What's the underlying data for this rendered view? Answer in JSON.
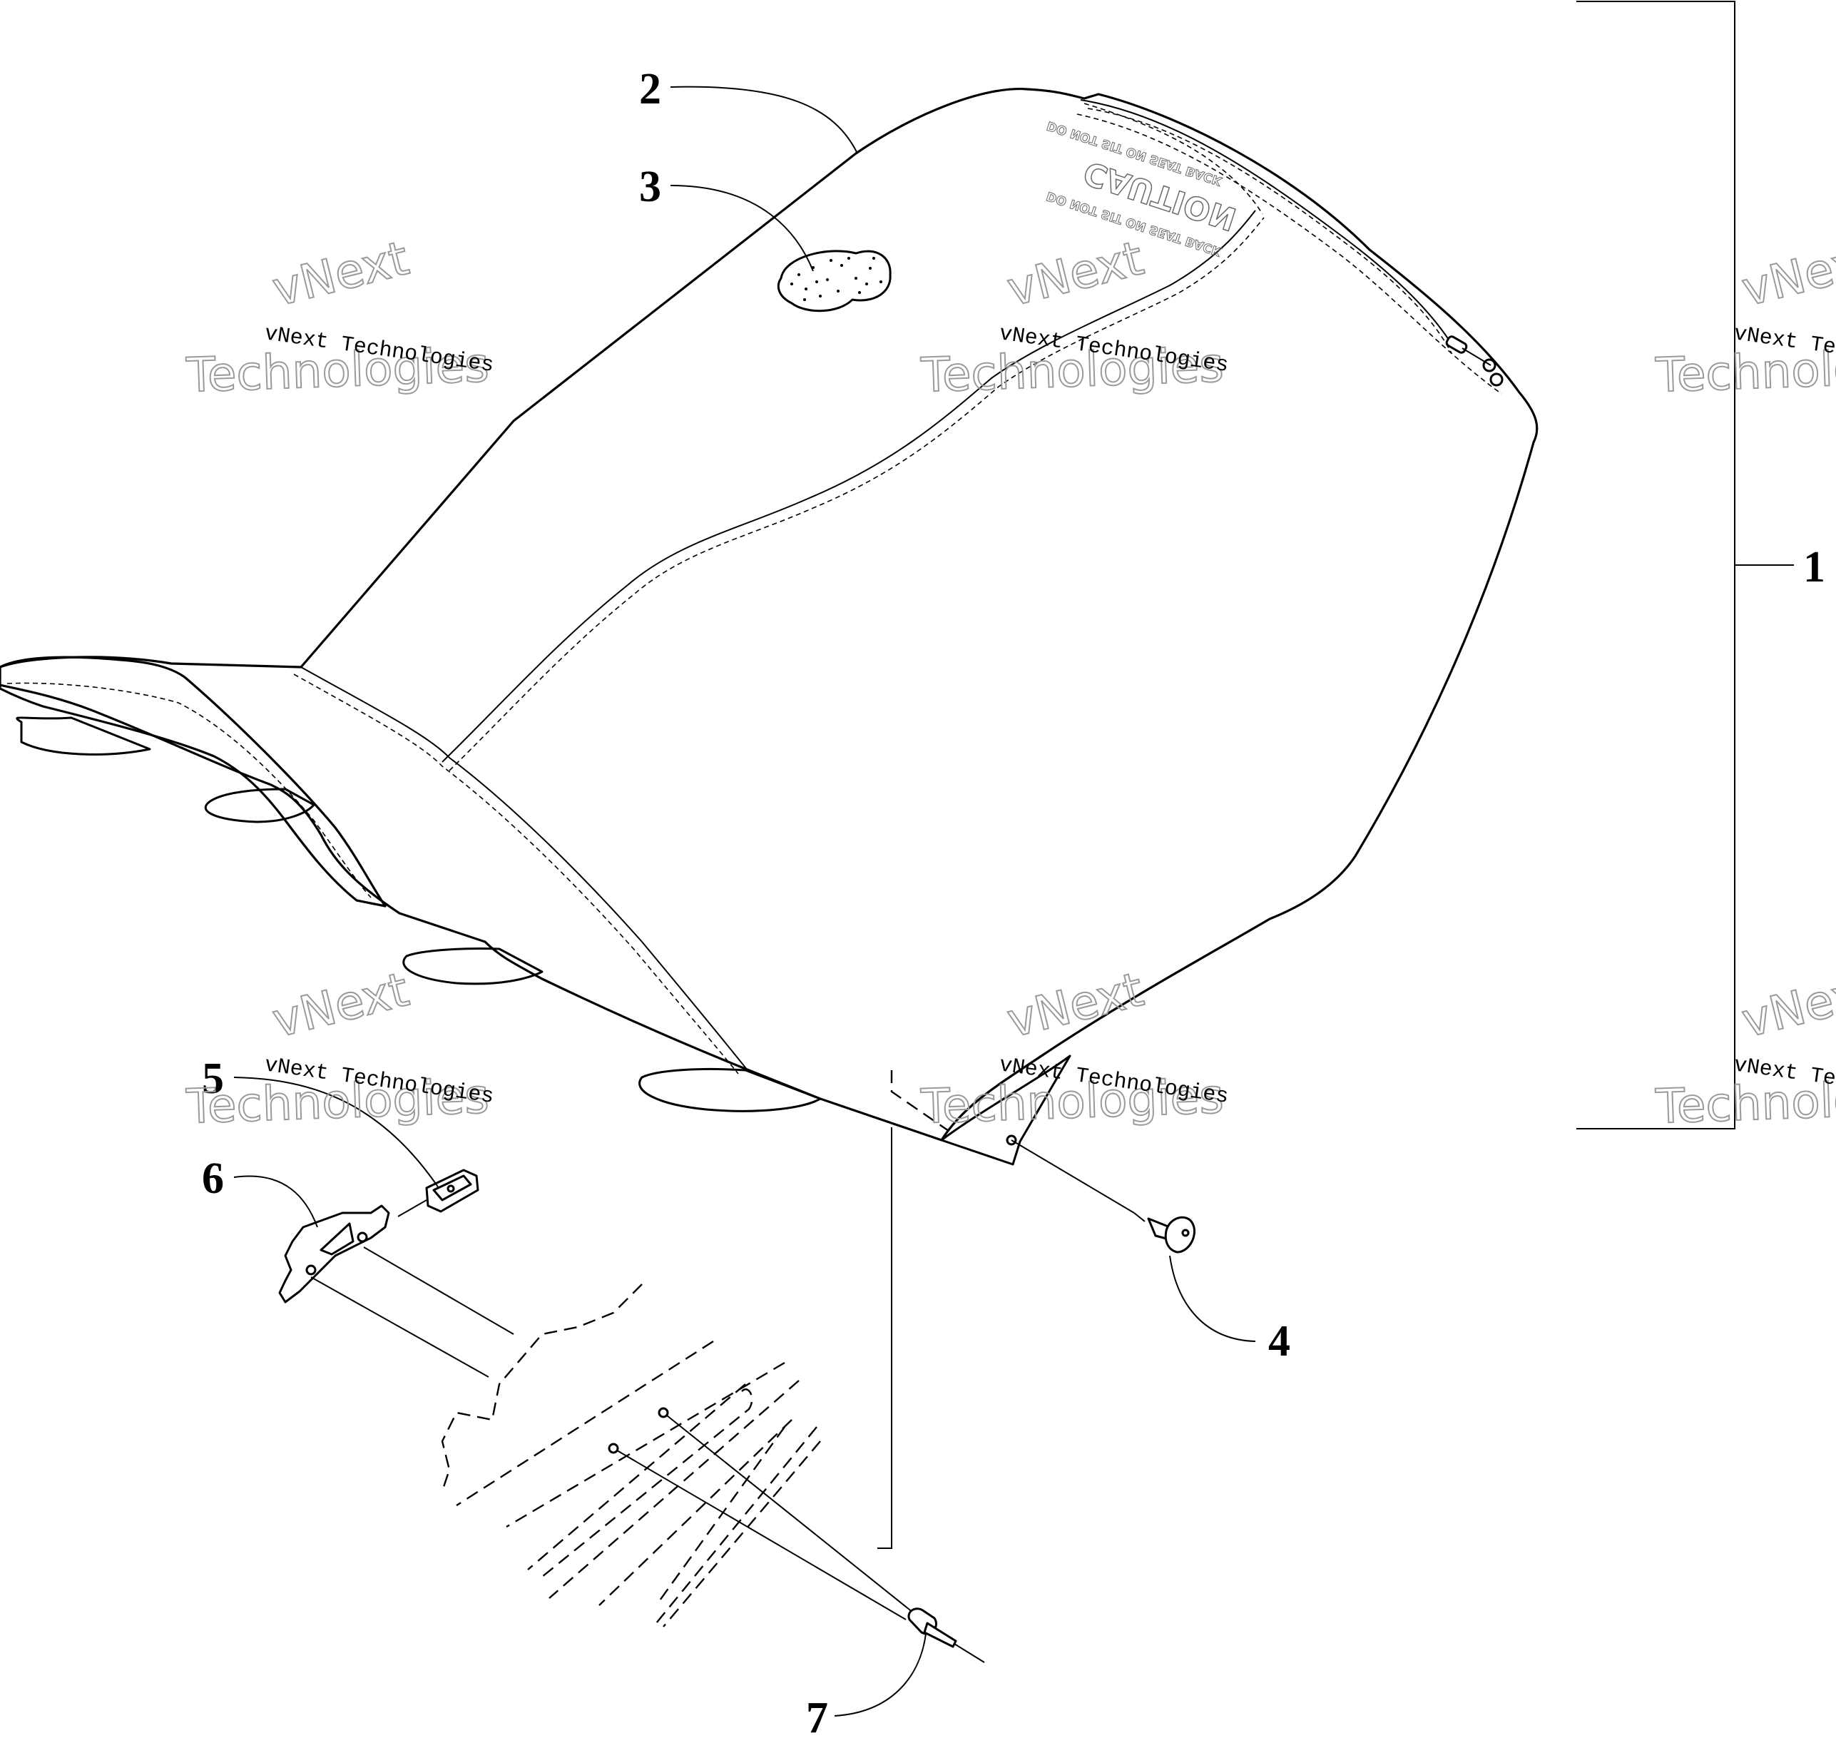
{
  "diagram": {
    "callouts": [
      "1",
      "2",
      "3",
      "4",
      "5",
      "6",
      "7"
    ],
    "decal": {
      "heading": "CAUTION",
      "subtext": "DO NOT SIT ON SEAT BACK"
    },
    "watermark": {
      "small_text": "vNext Technologies",
      "line1": "vNext",
      "line2": "Technologies"
    }
  }
}
